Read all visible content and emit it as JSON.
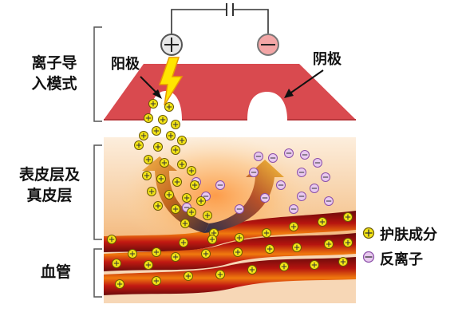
{
  "labels": {
    "mode_line1": "离子导",
    "mode_line2": "入模式",
    "anode": "阳极",
    "cathode": "阴极",
    "skin_line1": "表皮层及",
    "skin_line2": "真皮层",
    "vessel": "血管"
  },
  "legend": {
    "ingredient": "护肤成分",
    "counter_ion": "反离子"
  },
  "colors": {
    "electrode_red": "#d94a4f",
    "skin_peach": "#f6c896",
    "vessel_dark": "#7a0f0f",
    "vessel_red": "#c81d12",
    "vessel_orange": "#f07a0e",
    "positive_ion_fill": "#f4e516",
    "negative_ion_fill": "#e8c9ef",
    "negative_ion_stroke": "#8a4ea8",
    "spark_yellow": "#ffe600"
  },
  "icons": [
    "plus-sign-icon",
    "minus-sign-icon",
    "lightning-icon",
    "capacitor-icon"
  ]
}
